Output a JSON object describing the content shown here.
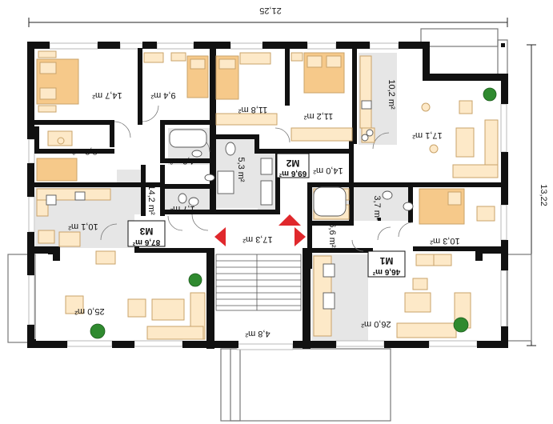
{
  "dimensions": {
    "width_label": "21,25",
    "height_label": "13,22"
  },
  "units": [
    {
      "id": "m1",
      "name": "M1",
      "area": "46,6 m²"
    },
    {
      "id": "m2",
      "name": "M2",
      "area": "69,6 m²"
    },
    {
      "id": "m3",
      "name": "M3",
      "area": "87,6 m²"
    }
  ],
  "rooms": [
    {
      "id": "r1",
      "area": "14,7 m²"
    },
    {
      "id": "r2",
      "area": "9,4 m²"
    },
    {
      "id": "r3",
      "area": "11,8 m²"
    },
    {
      "id": "r4",
      "area": "11,2 m²"
    },
    {
      "id": "r5",
      "area": "10,2 m²"
    },
    {
      "id": "r6",
      "area": "17,1 m²"
    },
    {
      "id": "r7",
      "area": "8,3 m²"
    },
    {
      "id": "r8",
      "area": "4,2 m²"
    },
    {
      "id": "r9",
      "area": "5,3 m²"
    },
    {
      "id": "r10",
      "area": "14,0 m²"
    },
    {
      "id": "r11",
      "area": "14,2 m²"
    },
    {
      "id": "r12",
      "area": "1,7 m²"
    },
    {
      "id": "r13",
      "area": "10,1 m²"
    },
    {
      "id": "r14",
      "area": "17,3 m²"
    },
    {
      "id": "r15",
      "area": "3,7 m²"
    },
    {
      "id": "r16",
      "area": "10,3 m²"
    },
    {
      "id": "r17",
      "area": "6,6 m²"
    },
    {
      "id": "r18",
      "area": "25,0 m²"
    },
    {
      "id": "r19",
      "area": "4,8 m²"
    },
    {
      "id": "r20",
      "area": "26,0 m²"
    }
  ],
  "colors": {
    "wall": "#111111",
    "floor_tile": "#e6e6e6",
    "furniture": "#fde9c8",
    "furniture_stroke": "#c9a36a",
    "bed": "#f6c98a",
    "arrow": "#e0282c",
    "plant": "#2f8a2f",
    "window": "#b9b9b9"
  }
}
